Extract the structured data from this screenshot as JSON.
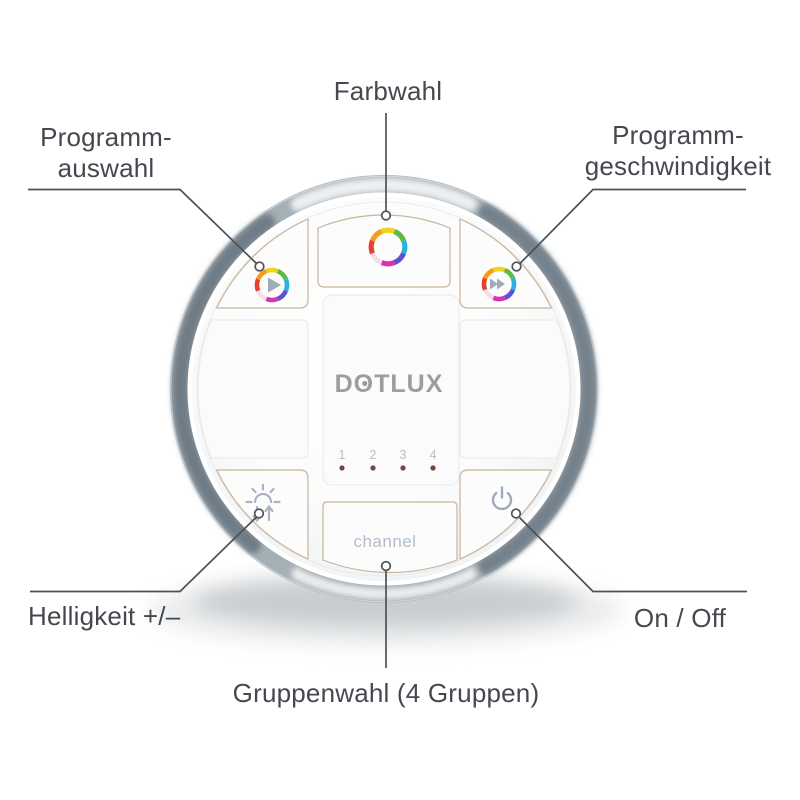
{
  "labels": {
    "farbwahl": "Farbwahl",
    "programmauswahl": [
      "Programm-",
      "auswahl"
    ],
    "programmgeschwindigkeit": [
      "Programm-",
      "geschwindigkeit"
    ],
    "helligkeit": "Helligkeit +/–",
    "onoff": "On / Off",
    "gruppenwahl": "Gruppenwahl (4 Gruppen)"
  },
  "remote": {
    "brand": "DOTLUX",
    "channel_button_label": "channel",
    "channel_numbers": [
      "1",
      "2",
      "3",
      "4"
    ],
    "icons": {
      "color_select": "rainbow-ring-icon",
      "program_select": "rainbow-ring-play-icon",
      "program_speed": "rainbow-ring-fast-forward-icon",
      "brightness": "sun-up-down-arrows-icon",
      "power": "power-icon"
    },
    "colors": {
      "button_border": "#c9b49c",
      "label_text": "#45494f",
      "leader_line": "#4d5157",
      "logo_gray": "#9a9ea3",
      "channel_text": "#b3bdc9",
      "led_dot": "#6d4a3c",
      "icon_gray": "#97a4b2"
    }
  }
}
